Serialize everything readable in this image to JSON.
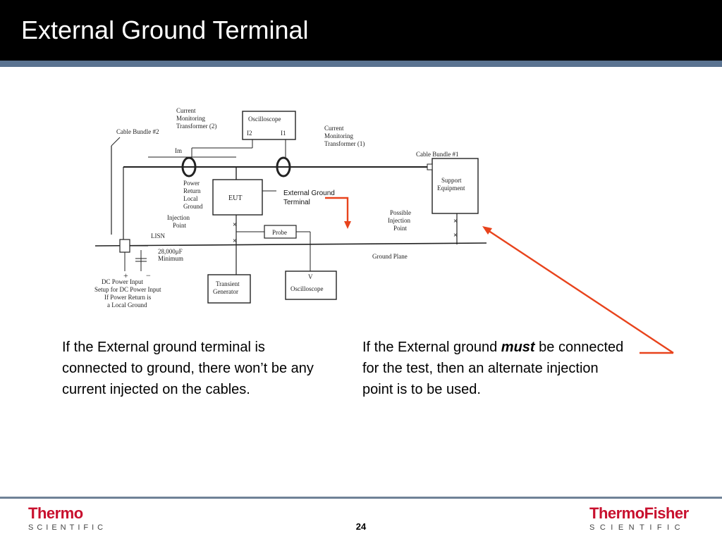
{
  "slide": {
    "title": "External Ground Terminal",
    "page_number": "24"
  },
  "diagram": {
    "labels": {
      "cmt2": [
        "Current",
        "Monitoring",
        "Transformer (2)"
      ],
      "oscilloscope_top": "Oscilloscope",
      "i2": "I2",
      "i1": "I1",
      "cmt1": [
        "Current",
        "Monitoring",
        "Transformer (1)"
      ],
      "cable_bundle_2": "Cable Bundle #2",
      "im": "Im",
      "cable_bundle_1": "Cable Bundle #1",
      "power_return": [
        "Power",
        "Return",
        "Local",
        "Ground"
      ],
      "eut": "EUT",
      "external_ground_terminal": [
        "External Ground",
        "Terminal"
      ],
      "support_equipment": [
        "Support",
        "Equipment"
      ],
      "possible_injection_point": [
        "Possible",
        "Injection",
        "Point"
      ],
      "injection_point": [
        "Injection",
        "Point"
      ],
      "lisn": "LISN",
      "probe": "Probe",
      "ground_plane": "Ground Plane",
      "capacitor": [
        "28,000μF",
        "Minimum"
      ],
      "plus": "+",
      "minus": "−",
      "dc_power_input": [
        "DC Power Input",
        "Setup for DC Power Input",
        "If Power Return is",
        "a Local Ground"
      ],
      "transient_generator": [
        "Transient",
        "Generator"
      ],
      "v": "V",
      "oscilloscope_bottom": "Oscilloscope"
    }
  },
  "text_blocks": {
    "left": "If the External ground terminal is connected to ground, there won’t be any current injected on the cables.",
    "right_before": "If the External ground ",
    "right_emphasis": "must",
    "right_after": " be connected for the test, then an alternate injection point is to be used."
  },
  "logos": {
    "left_main": "Thermo",
    "left_sub": "SCIENTIFIC",
    "right_main": "ThermoFisher",
    "right_sub": "SCIENTIFIC"
  },
  "colors": {
    "title_bar": "#000000",
    "title_rule": "#5a7391",
    "annotation_arrow": "#e8431c",
    "brand_red": "#c8102e"
  }
}
